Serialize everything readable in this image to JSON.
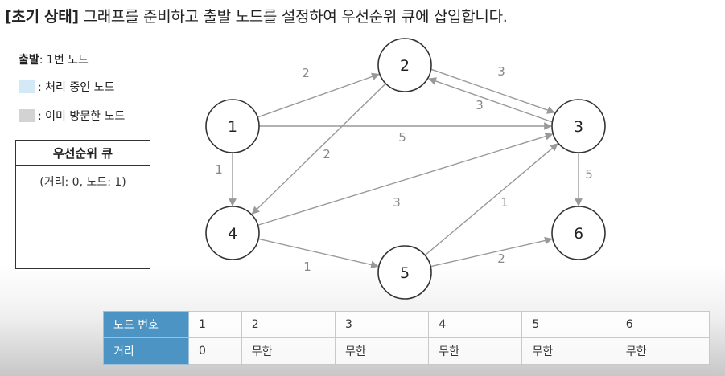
{
  "title": {
    "prefix": "[초기 상태]",
    "text": " 그래프를 준비하고 출발 노드를 설정하여 우선순위 큐에 삽입합니다."
  },
  "legend": {
    "start_label": "출발",
    "start_value": ": 1번 노드",
    "processing": {
      "label": ": 처리 중인 노드",
      "color": "#d3e9f6"
    },
    "visited": {
      "label": ": 이미 방문한 노드",
      "color": "#d3d3d3"
    }
  },
  "queue": {
    "title": "우선순위 큐",
    "items": [
      "(거리: 0, 노드: 1)"
    ]
  },
  "graph": {
    "nodes": [
      "1",
      "2",
      "3",
      "4",
      "5",
      "6"
    ],
    "edges": [
      {
        "from": "1",
        "to": "2",
        "weight": "2"
      },
      {
        "from": "1",
        "to": "3",
        "weight": "5"
      },
      {
        "from": "1",
        "to": "4",
        "weight": "1"
      },
      {
        "from": "2",
        "to": "3",
        "weight": "3"
      },
      {
        "from": "3",
        "to": "2",
        "weight": "3"
      },
      {
        "from": "2",
        "to": "4",
        "weight": "2"
      },
      {
        "from": "3",
        "to": "6",
        "weight": "5"
      },
      {
        "from": "4",
        "to": "3",
        "weight": "3"
      },
      {
        "from": "4",
        "to": "5",
        "weight": "1"
      },
      {
        "from": "5",
        "to": "3",
        "weight": "1"
      },
      {
        "from": "5",
        "to": "6",
        "weight": "2"
      }
    ]
  },
  "distance_table": {
    "row_headers": [
      "노드 번호",
      "거리"
    ],
    "nodes": [
      "1",
      "2",
      "3",
      "4",
      "5",
      "6"
    ],
    "distances": [
      "0",
      "무한",
      "무한",
      "무한",
      "무한",
      "무한"
    ]
  },
  "colors": {
    "table_header": "#4b94c4",
    "edge": "#999999",
    "node_stroke": "#333333"
  }
}
